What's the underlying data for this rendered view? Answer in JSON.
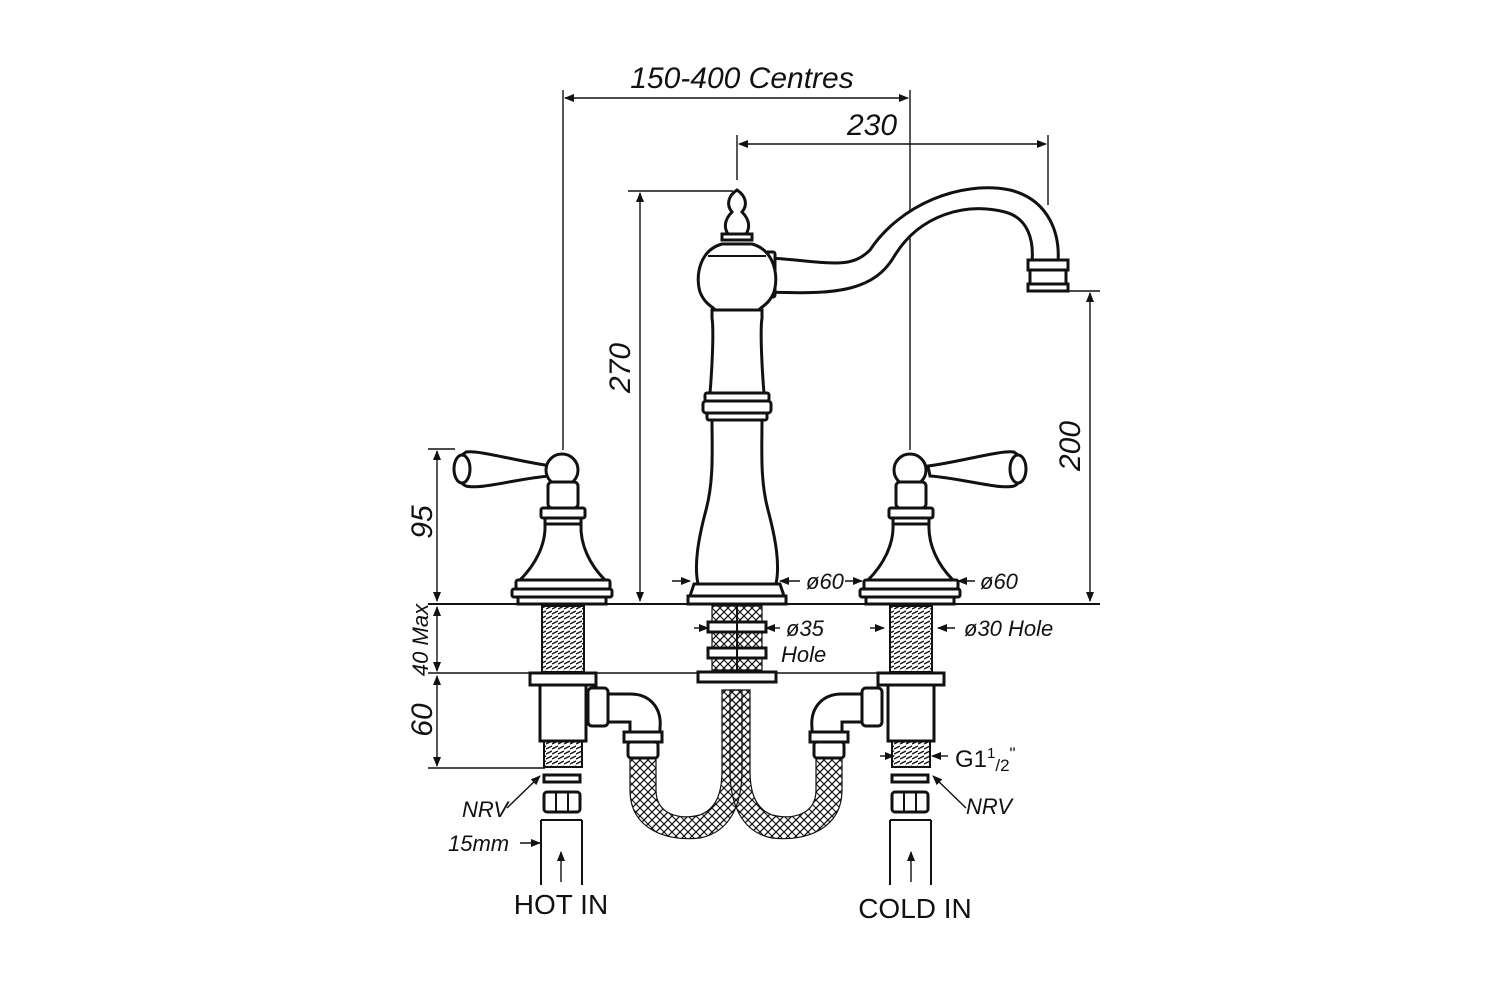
{
  "dimensions": {
    "centres": "150-400 Centres",
    "spout_reach": "230",
    "overall_height": "270",
    "spout_height": "200",
    "handle_height": "95",
    "max_bench": "40 Max",
    "tail_length": "60",
    "base_diameter_center": "ø60",
    "base_diameter_right": "ø60",
    "center_hole_diameter": "ø35",
    "center_hole_word": "Hole",
    "side_hole": "ø30 Hole",
    "thread_main": "G1",
    "thread_sup": "1",
    "thread_sub": "/2",
    "thread_quote": "\"",
    "nrv_left": "NRV",
    "nrv_right": "NRV",
    "pipe_size": "15mm"
  },
  "labels": {
    "hot_in": "HOT IN",
    "cold_in": "COLD IN"
  },
  "colors": {
    "line": "#111111",
    "background": "#ffffff"
  }
}
